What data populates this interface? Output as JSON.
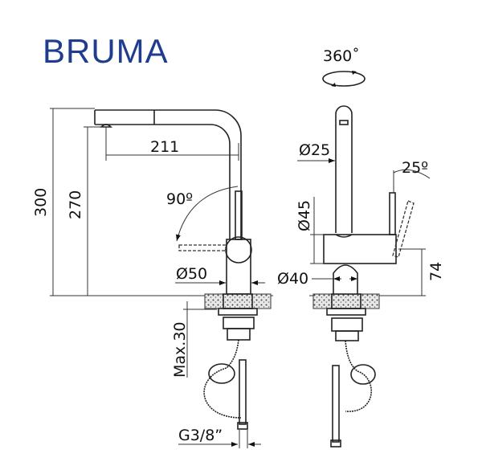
{
  "brand": {
    "name": "BRUMA",
    "color": "#1f3c8f"
  },
  "side_view": {
    "dimensions": {
      "total_height": "300",
      "spout_height": "270",
      "spout_reach": "211",
      "handle_rotation": "90º",
      "body_diameter": "Ø50",
      "max_counter_thickness": "Max.30",
      "connection": "G3/8”"
    }
  },
  "front_view": {
    "dimensions": {
      "swivel": "360˚",
      "spout_diameter": "Ø25",
      "body_diameter": "Ø45",
      "base_diameter": "Ø40",
      "handle_tilt": "25º",
      "handle_height": "74"
    }
  }
}
